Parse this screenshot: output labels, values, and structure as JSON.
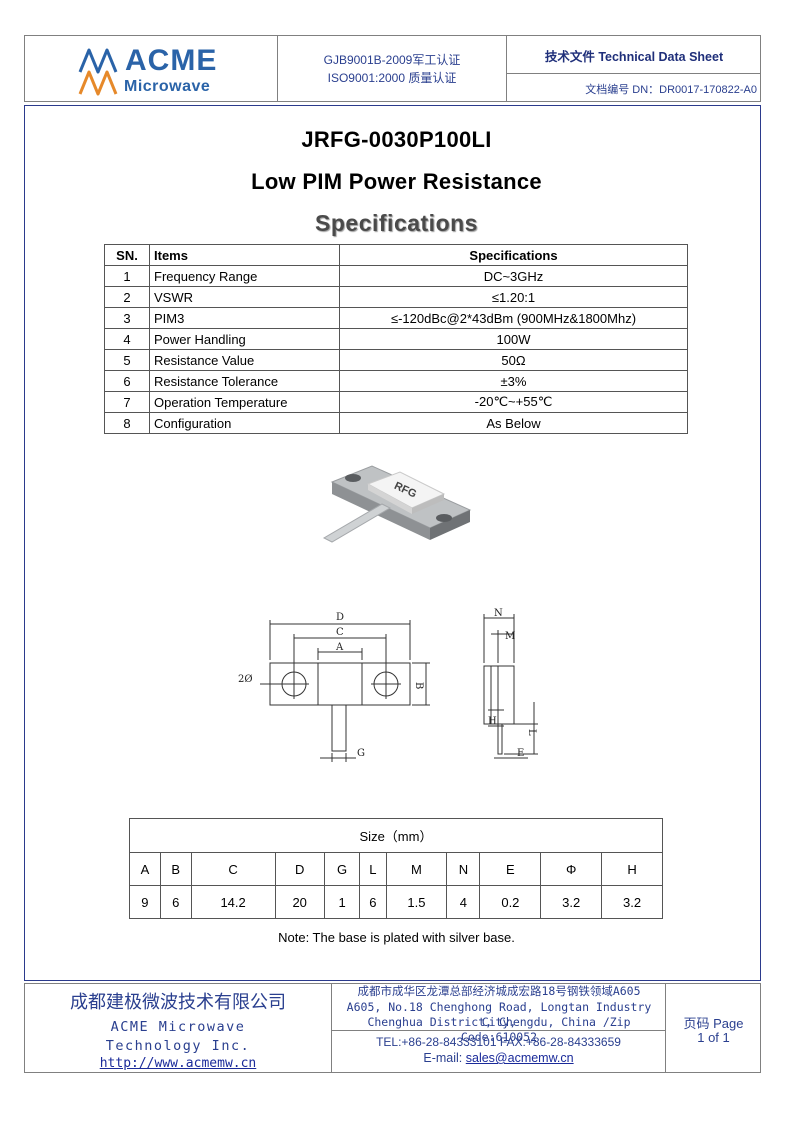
{
  "header": {
    "logo_text": "ACME",
    "logo_sub": "Microwave",
    "cert_line1": "GJB9001B-2009军工认证",
    "cert_line2": "ISO9001:2000  质量认证",
    "doc_type": "技术文件  Technical Data Sheet",
    "doc_number": "文档编号  DN：DR0017-170822-A0"
  },
  "title": {
    "part_number": "JRFG-0030P100LI",
    "product_name": "Low PIM Power Resistance",
    "section": "Specifications"
  },
  "spec_table": {
    "headers": [
      "SN.",
      "Items",
      "Specifications"
    ],
    "rows": [
      {
        "sn": "1",
        "item": "Frequency Range",
        "value": "DC~3GHz"
      },
      {
        "sn": "2",
        "item": "VSWR",
        "value": "≤1.20:1"
      },
      {
        "sn": "3",
        "item": "PIM3",
        "value": "≤-120dBc@2*43dBm (900MHz&1800Mhz)"
      },
      {
        "sn": "4",
        "item": "Power Handling",
        "value": "100W"
      },
      {
        "sn": "5",
        "item": "Resistance Value",
        "value": "50Ω"
      },
      {
        "sn": "6",
        "item": "Resistance Tolerance",
        "value": "±3%"
      },
      {
        "sn": "7",
        "item": "Operation Temperature",
        "value": "-20℃~+55℃"
      },
      {
        "sn": "8",
        "item": "Configuration",
        "value": "As Below"
      }
    ]
  },
  "product_image": {
    "chip_label": "RFG"
  },
  "drawing_labels": {
    "D": "D",
    "C": "C",
    "A": "A",
    "B": "B",
    "G": "G",
    "hole": "2Ø",
    "N": "N",
    "M": "M",
    "H": "H",
    "L": "L",
    "E": "E"
  },
  "size_table": {
    "caption": "Size（mm）",
    "headers": [
      "A",
      "B",
      "C",
      "D",
      "G",
      "L",
      "M",
      "N",
      "E",
      "Φ",
      "H"
    ],
    "values": [
      "9",
      "6",
      "14.2",
      "20",
      "1",
      "6",
      "1.5",
      "4",
      "0.2",
      "3.2",
      "3.2"
    ]
  },
  "note": "Note: The base is plated with silver base.",
  "footer": {
    "company_cn": "成都建极微波技术有限公司",
    "company_en_line1": "ACME Microwave",
    "company_en_line2": "Technology Inc.",
    "url": "http://www.acmemw.cn",
    "address_cn": "成都市成华区龙潭总部经济城成宏路18号钢铁领域A605",
    "address_en_line1": "A605, No.18 Chenghong Road, Longtan Industry City,",
    "address_en_line2": "Chenghua District, Chengdu, China /Zip Code:610052",
    "tel_fax": "TEL:+86-28-84333101    FAX:+86-28-84333659",
    "email_label": "E-mail: ",
    "email": "sales@acmemw.cn",
    "page_label": "页码  Page",
    "page_number": "1 of 1"
  },
  "colors": {
    "brand_blue": "#2a63a8",
    "logo_orange": "#e6892a",
    "text_navy": "#2a3f8f"
  }
}
